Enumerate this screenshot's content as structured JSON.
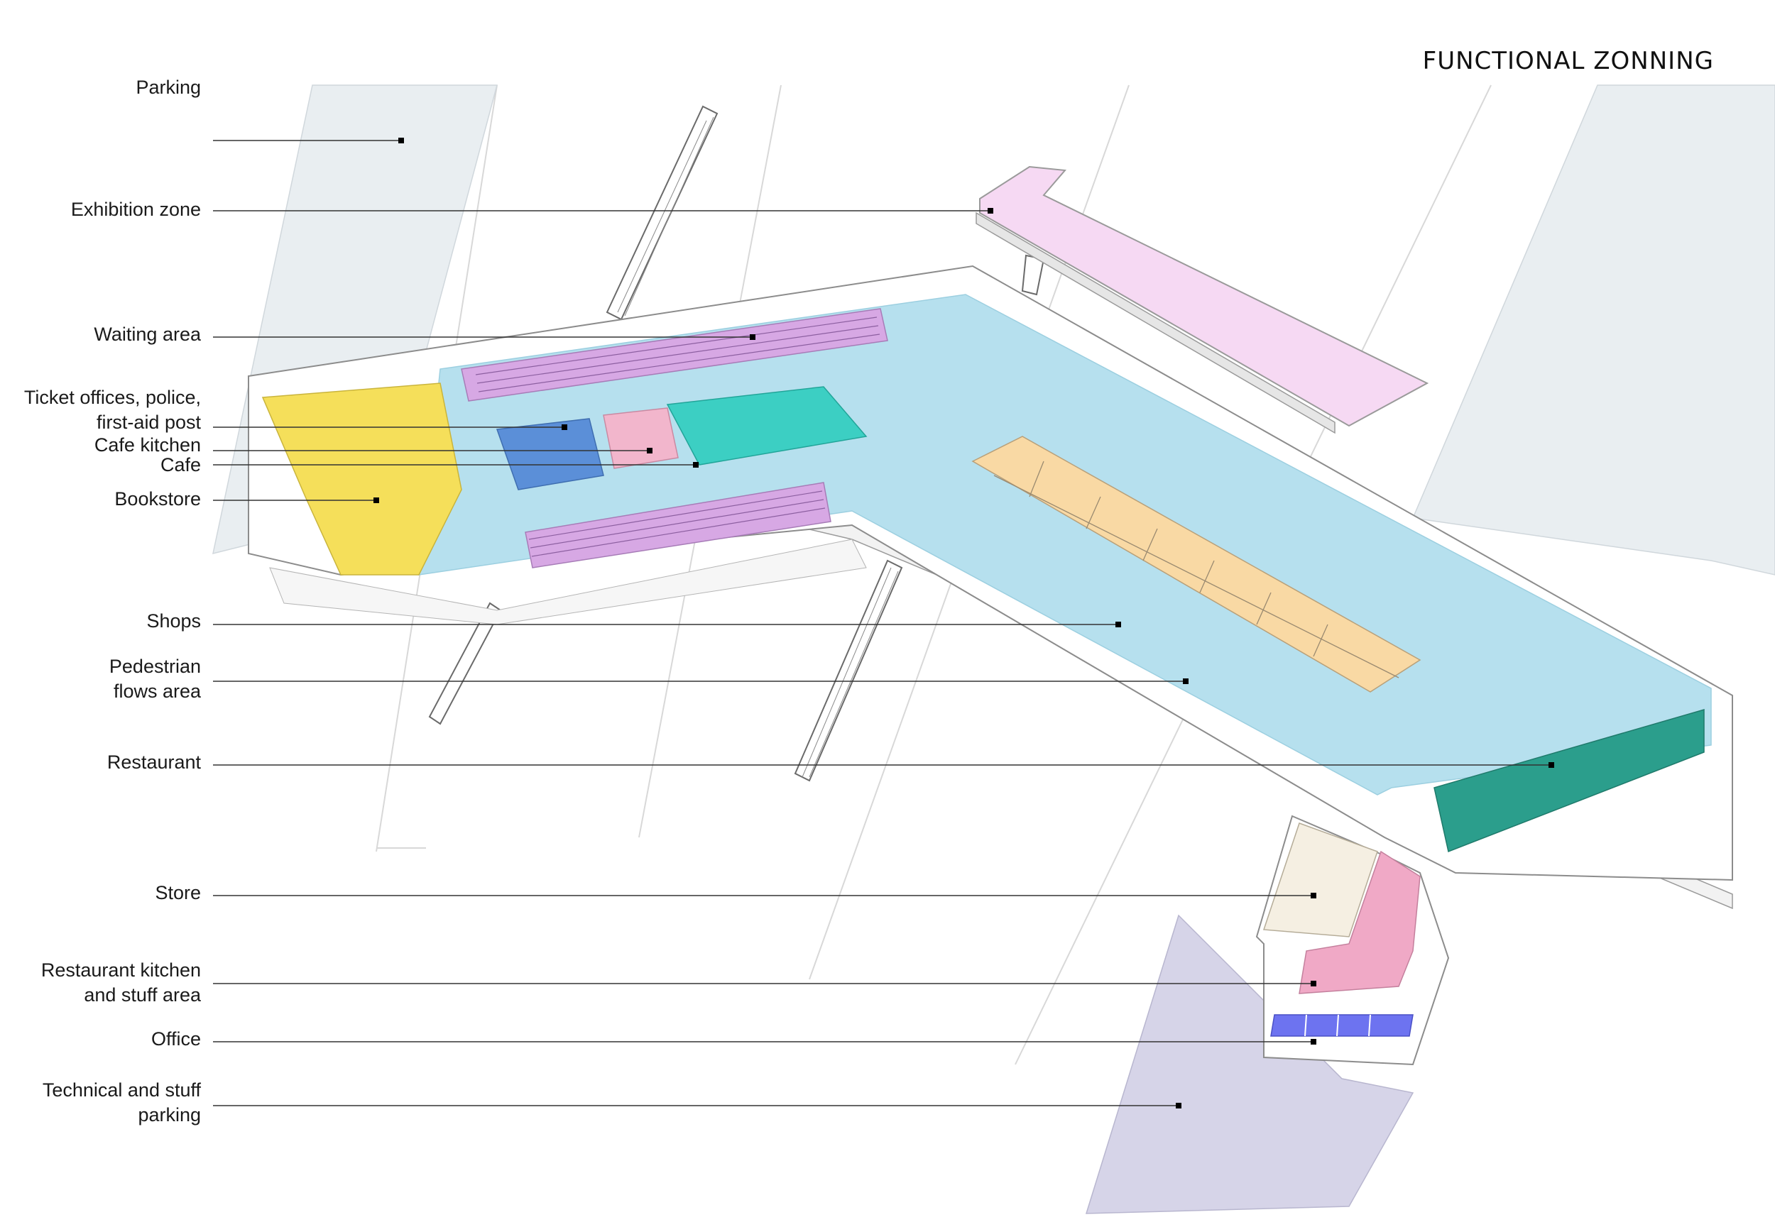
{
  "title": "FUNCTIONAL ZONNING",
  "zones": [
    {
      "key": "parking",
      "lines": [
        "Parking"
      ],
      "color": "#e9eef1"
    },
    {
      "key": "exhibition",
      "lines": [
        "Exhibition zone"
      ],
      "color": "#f6d9f3"
    },
    {
      "key": "waiting",
      "lines": [
        "Waiting area"
      ],
      "color": "#d7a8e4"
    },
    {
      "key": "ticket",
      "lines": [
        "Ticket offices, police,",
        "first-aid post"
      ],
      "color": "#5b8fd8"
    },
    {
      "key": "cafe-kitchen",
      "lines": [
        "Cafe kitchen"
      ],
      "color": "#f2b6cc"
    },
    {
      "key": "cafe",
      "lines": [
        "Cafe"
      ],
      "color": "#3ccfc3"
    },
    {
      "key": "bookstore",
      "lines": [
        "Bookstore"
      ],
      "color": "#f5df5a"
    },
    {
      "key": "shops",
      "lines": [
        "Shops"
      ],
      "color": "#f9d9a4"
    },
    {
      "key": "pedestrian",
      "lines": [
        "Pedestrian",
        "flows area"
      ],
      "color": "#b6e0ee"
    },
    {
      "key": "restaurant",
      "lines": [
        "Restaurant"
      ],
      "color": "#2b9e8c"
    },
    {
      "key": "store",
      "lines": [
        "Store"
      ],
      "color": "#f5efe2"
    },
    {
      "key": "restaurant-kitchen",
      "lines": [
        "Restaurant kitchen",
        "and stuff area"
      ],
      "color": "#f0a9c6"
    },
    {
      "key": "office",
      "lines": [
        "Office"
      ],
      "color": "#6d73f0"
    },
    {
      "key": "tech-parking",
      "lines": [
        "Technical and stuff",
        "parking"
      ],
      "color": "#d6d4e8"
    }
  ]
}
